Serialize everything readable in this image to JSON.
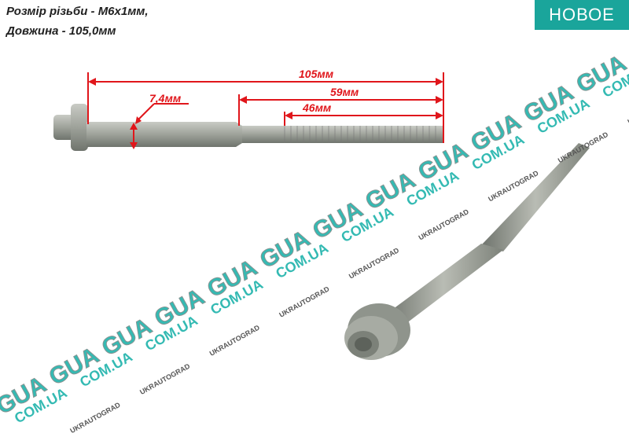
{
  "spec": {
    "thread_line": "Розмір різьби - М6х1мм,",
    "length_line": "Довжина - 105,0мм"
  },
  "badge": {
    "label": "НОВОЕ",
    "color": "#1aa59b"
  },
  "dimensions": {
    "total_length": "105мм",
    "reduced_section": "59мм",
    "thread_length": "46мм",
    "shank_diameter": "7,4мм",
    "color": "#e0161b"
  },
  "watermark": {
    "brand": "GUA",
    "domain": "COM.UA",
    "name": "UKRAUTOGRAD"
  }
}
